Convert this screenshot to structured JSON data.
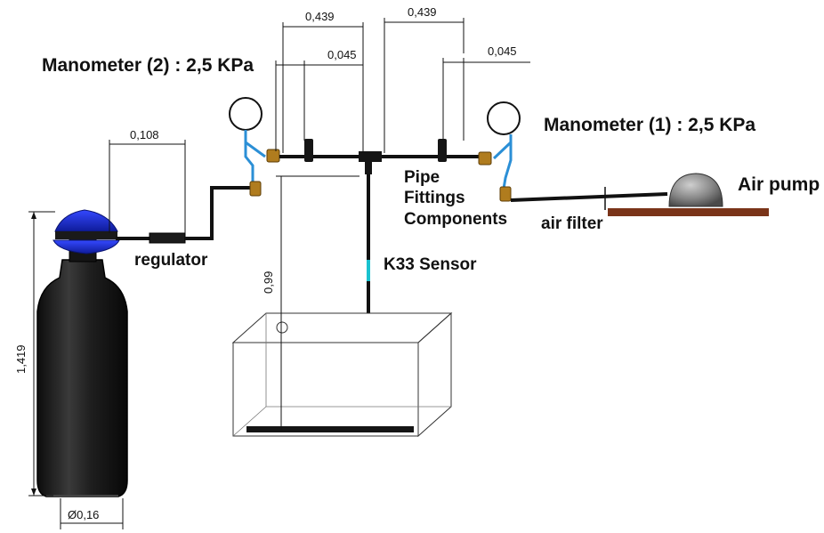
{
  "labels": {
    "manometer2": "Manometer (2) : 2,5 KPa",
    "manometer1": "Manometer (1) : 2,5 KPa",
    "air_pump": "Air pump",
    "pipe": "Pipe",
    "fittings": "Fittings",
    "components": "Components",
    "air_filter": "air filter",
    "regulator": "regulator",
    "k33_sensor": "K33 Sensor"
  },
  "dimensions": {
    "top_left_span": "0,439",
    "top_right_span": "0,439",
    "left_offset": "0,045",
    "right_offset": "0,045",
    "regulator_span": "0,108",
    "cylinder_height": "1,419",
    "cylinder_diameter": "Ø0,16",
    "drop_height": "0,99"
  },
  "colors": {
    "cylinder_body": "#1d1d1d",
    "valve_cap": "#1f2fd1",
    "hose": "#2b8fd6",
    "sensor_tip": "#19c2cf",
    "brass_fitting": "#b07c1e",
    "pump_base": "#7a3419",
    "pump_dome": "#8e8e8e"
  }
}
